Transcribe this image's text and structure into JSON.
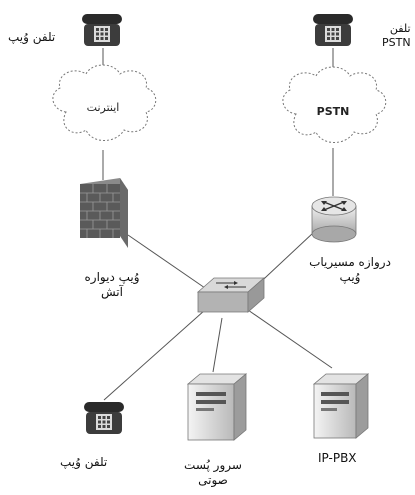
{
  "nodes": {
    "voip_phone_top": {
      "label": "تلفن وُیپ"
    },
    "pstn_phone": {
      "label_line1": "تلفن",
      "label_line2": "PSTN"
    },
    "internet_cloud": {
      "label": "اینترنت"
    },
    "pstn_cloud": {
      "label": "PSTN"
    },
    "firewall": {
      "label_line1": "وُیپ دیواره",
      "label_line2": "آتش"
    },
    "router": {
      "label_line1": "دروازه مسیریاب",
      "label_line2": "وُیپ"
    },
    "voip_phone_bottom": {
      "label": "تلفن وُیپ"
    },
    "voicemail_server": {
      "label_line1": "سرور پُست",
      "label_line2": "صوتی"
    },
    "ip_pbx": {
      "label": "IP-PBX"
    }
  }
}
